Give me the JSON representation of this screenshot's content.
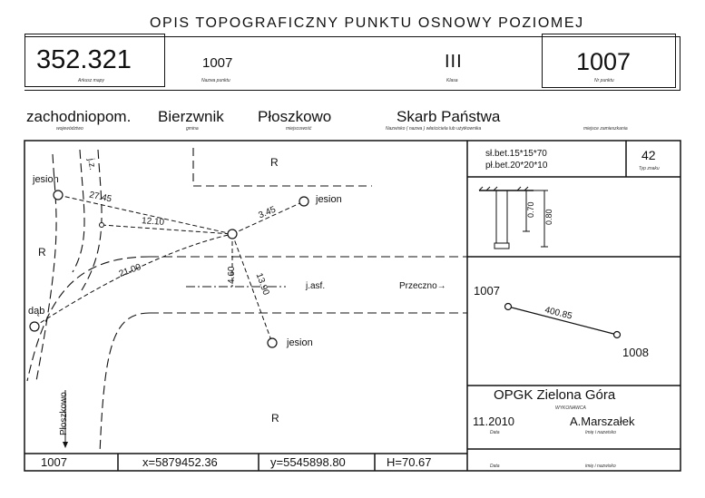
{
  "header": {
    "title": "OPIS TOPOGRAFICZNY PUNKTU OSNOWY POZIOMEJ",
    "sheet_no": "352.321",
    "sheet_caption": "Arkusz mapy",
    "point_name": "1007",
    "point_name_caption": "Nazwa punktu",
    "class": "III",
    "class_caption": "Klasa",
    "point_no": "1007",
    "point_no_caption": "Nr punktu"
  },
  "location": {
    "voivodeship": "zachodniopom.",
    "voivodeship_caption": "województwo",
    "commune": "Bierzwnik",
    "commune_caption": "gmina",
    "locality": "Płoszkowo",
    "locality_caption": "miejscowość",
    "owner": "Skarb Państwa",
    "owner_caption": "Nazwisko ( nazwa ) właściciela lub użytkownika",
    "residence_caption": "miejsce zamieszkania"
  },
  "map": {
    "labels": {
      "jesion_1": "jesion",
      "jesion_2": "jesion",
      "jesion_3": "jesion",
      "dab": "dąb",
      "r_top": "R",
      "r_left": "R",
      "r_bottom": "R",
      "road_surface": "j.asf.",
      "road_z": "j.z.",
      "przeczno": "Przeczno→",
      "ploszkowo": "Płoszkowo"
    },
    "distances": {
      "d1": "27.45",
      "d2": "12.10",
      "d3": "3.45",
      "d4": "21.00",
      "d5": "4.60",
      "d6": "13.90"
    }
  },
  "marker": {
    "stone_line1": "sł.bet.15*15*70",
    "stone_line2": "pł.bet.20*20*10",
    "type_no": "42",
    "type_caption": "Typ znaku",
    "dim_1": "0.70",
    "dim_2": "0.80"
  },
  "reference": {
    "point_a": "1007",
    "point_b": "1008",
    "distance": "400.85"
  },
  "contractor": {
    "name": "OPGK Zielona Góra",
    "caption": "WYKONAWCA",
    "date": "11.2010",
    "date_caption": "Data",
    "person": "A.Marszałek",
    "person_caption": "Imię i nazwisko",
    "date_caption_2": "Data",
    "person_caption_2": "imię i nazwisko"
  },
  "footer": {
    "point": "1007",
    "x": "x=5879452.36",
    "y": "y=5545898.80",
    "h": "H=70.67"
  }
}
